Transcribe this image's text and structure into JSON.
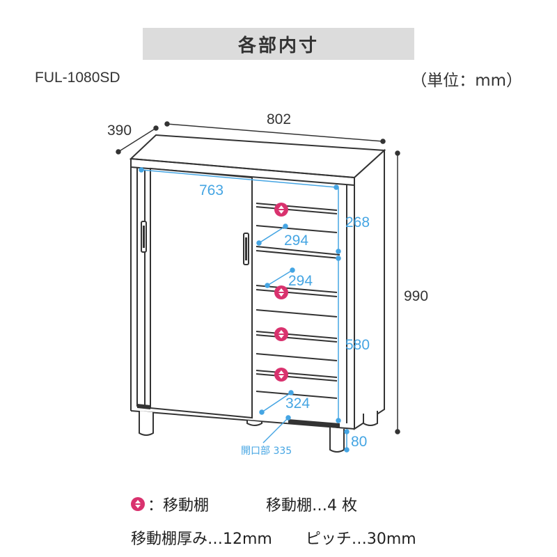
{
  "title": "各部内寸",
  "model": "FUL-1080SD",
  "unit": "（単位：mm）",
  "dims": {
    "depth": "390",
    "width": "802",
    "height": "990",
    "inner_width": "763",
    "upper_height": "268",
    "shelf_depth_1": "294",
    "shelf_depth_2": "294",
    "lower_height": "580",
    "bottom_depth": "324",
    "leg_height": "80",
    "opening": "開口部 335"
  },
  "legend": {
    "mark_label": "：移動棚",
    "shelf_count": "移動棚…4 枚"
  },
  "spec": {
    "thickness": "移動棚厚み…12mm",
    "pitch": "ピッチ…30mm"
  },
  "colors": {
    "line": "#333333",
    "dimension_blue": "#45a5e3",
    "shelf_mark": "#d9326e",
    "title_bg": "#dcdcdc"
  }
}
